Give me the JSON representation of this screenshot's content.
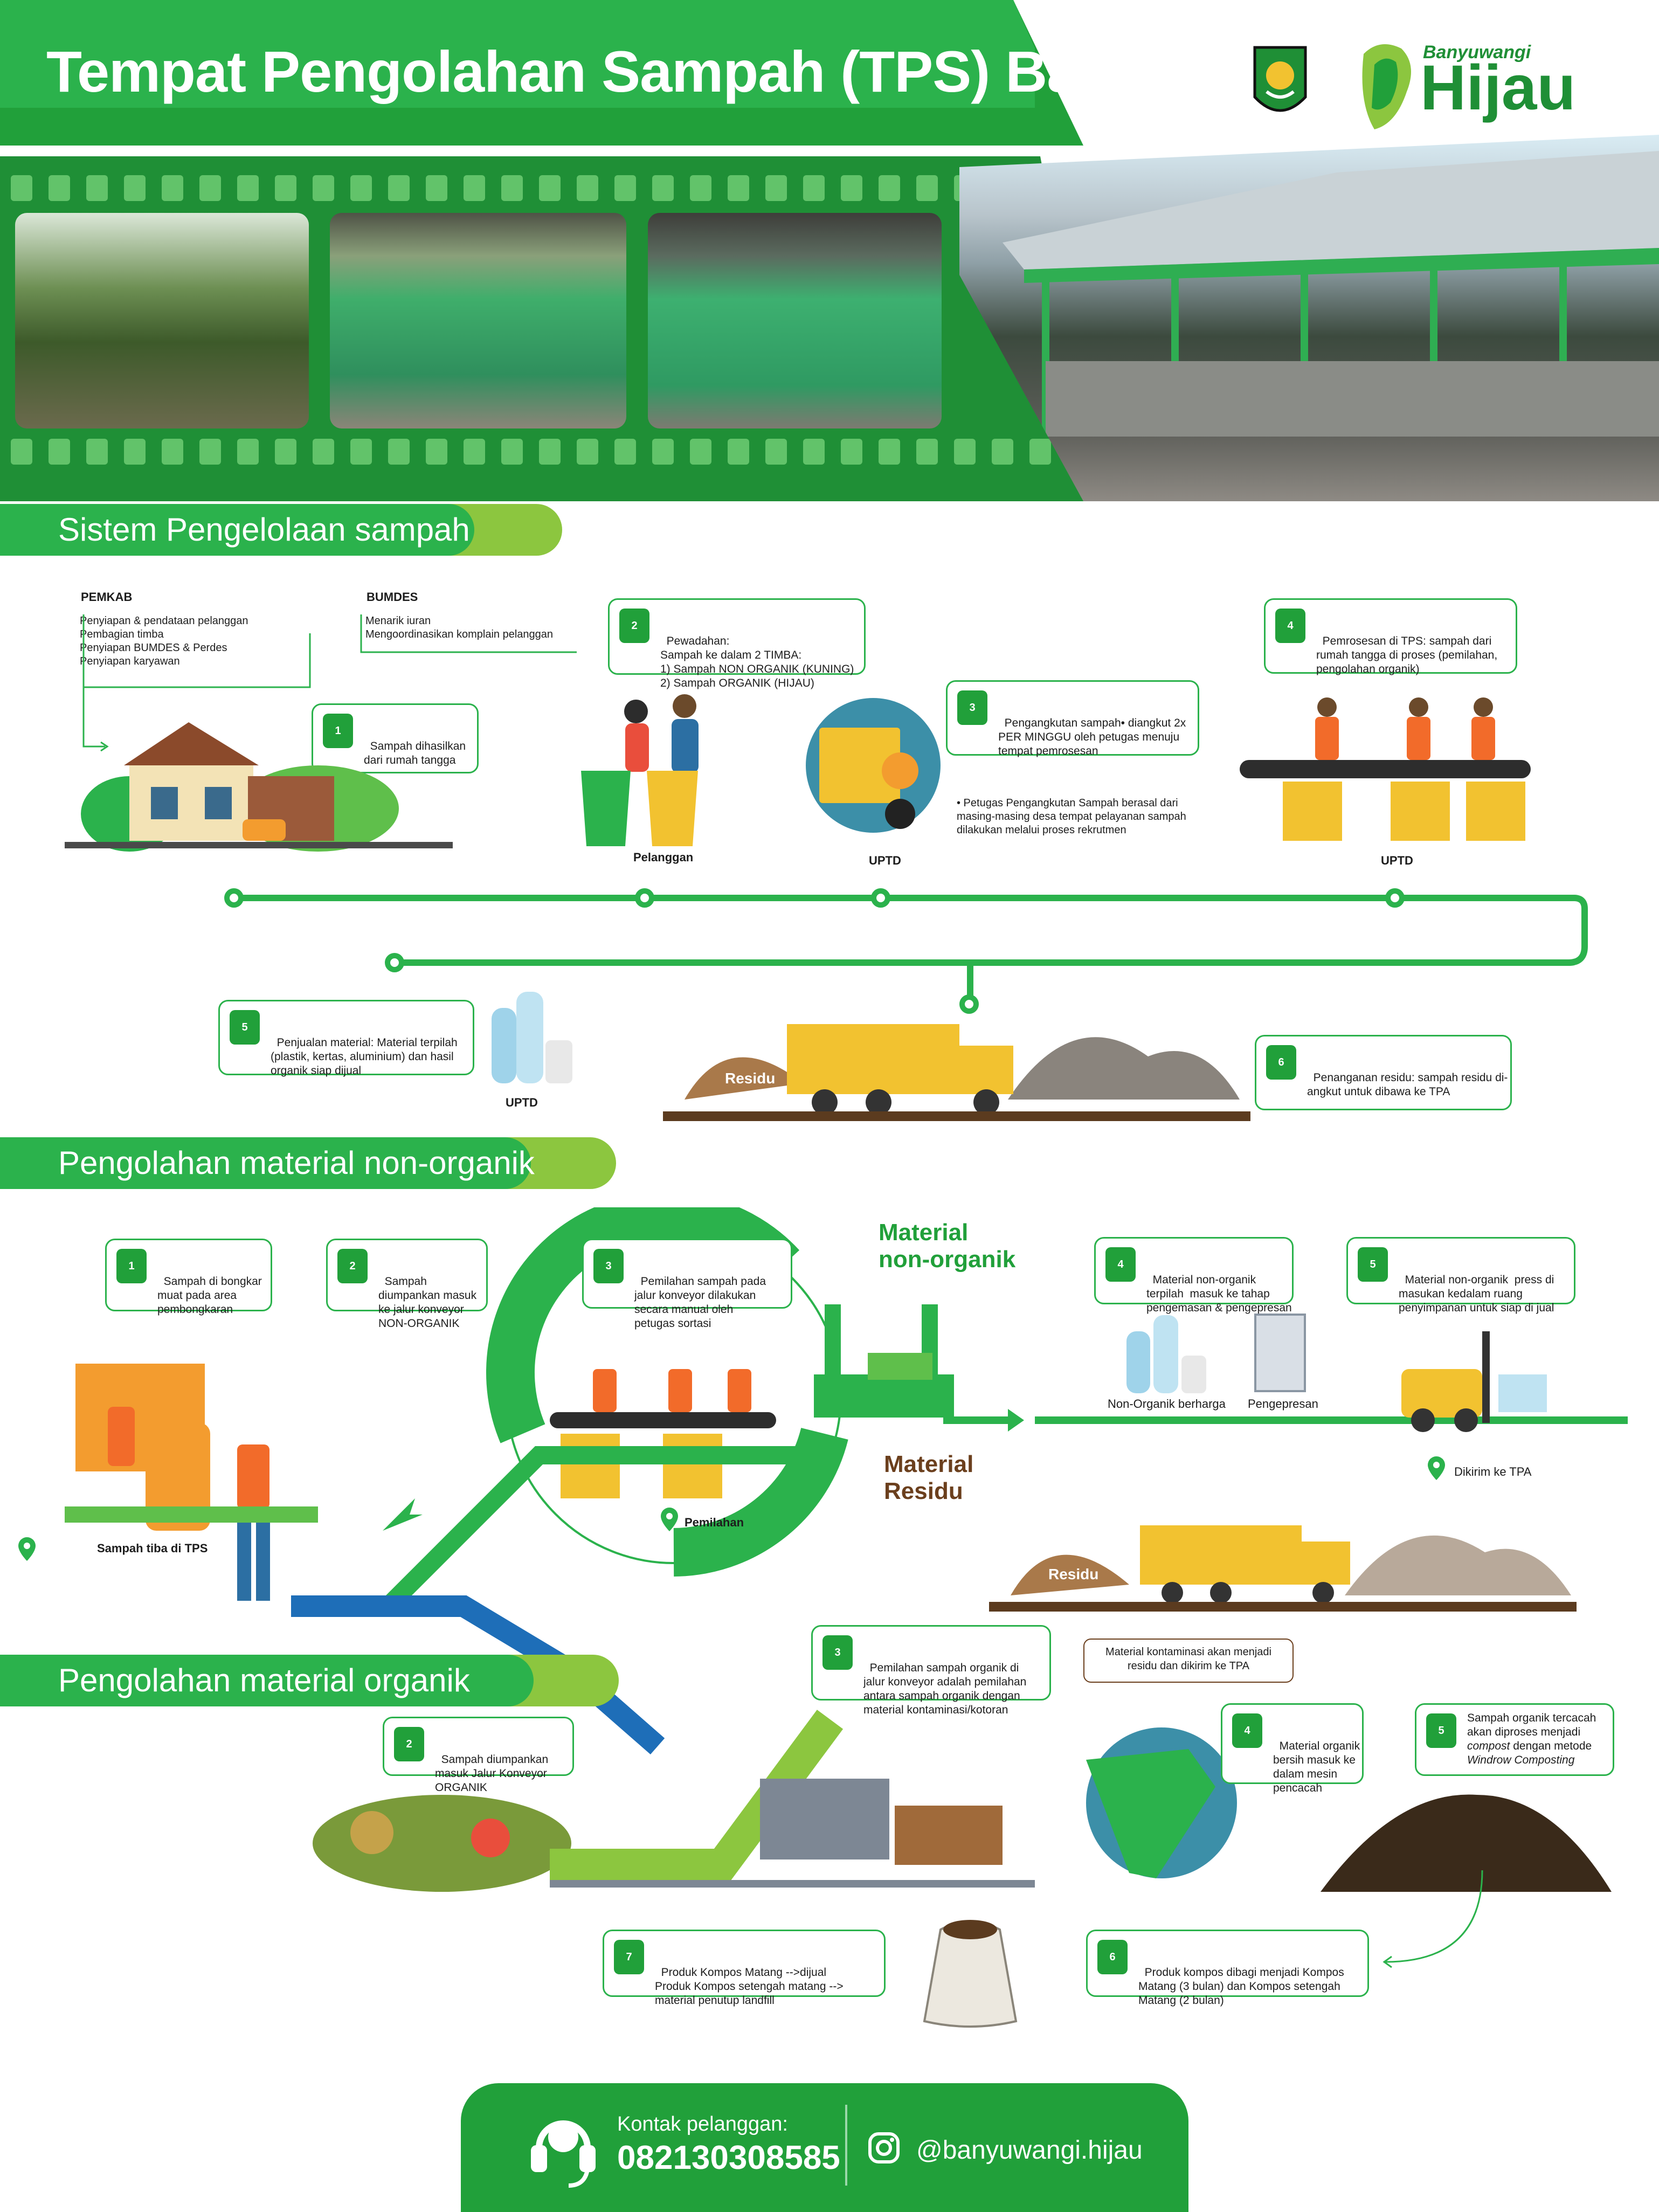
{
  "header": {
    "title": "Tempat Pengolahan Sampah (TPS) Balak.",
    "logo_small": "Banyuwangi",
    "logo_big": "Hijau"
  },
  "colors": {
    "primary": "#21a03a",
    "accent": "#8cc63f",
    "text": "#1d1d1d",
    "residu": "#6b3f1d"
  },
  "sections": {
    "s1": "Sistem Pengelolaan sampah",
    "s2": "Pengolahan material non-organik",
    "s3": "Pengolahan material organik"
  },
  "sistem": {
    "pemkab_title": "PEMKAB",
    "pemkab_lines": "Penyiapan & pendataan pelanggan\nPembagian timba\nPenyiapan BUMDES & Perdes\nPenyiapan karyawan",
    "bumdes_title": "BUMDES",
    "bumdes_lines": "Menarik iuran\nMengoordinasikan komplain pelanggan",
    "step1": {
      "num": "1",
      "text": "Sampah dihasilkan\ndari rumah tangga"
    },
    "step2": {
      "num": "2",
      "text": "Pewadahan:\nSampah ke dalam 2 TIMBA:\n1) Sampah NON ORGANIK (KUNING)\n2) Sampah ORGANIK (HIJAU)"
    },
    "step3": {
      "num": "3",
      "text": "Pengangkutan sampah• diangkut 2x\nPER MINGGU oleh petugas menuju\ntempat pemrosesan"
    },
    "step3_note": "• Petugas Pengangkutan Sampah berasal dari\nmasing-masing desa tempat pelayanan sampah\ndilakukan melalui proses rekrutmen",
    "step4": {
      "num": "4",
      "text": "Pemrosesan di TPS: sampah dari\nrumah tangga di proses (pemilahan,\npengolahan organik)"
    },
    "step5": {
      "num": "5",
      "text": "Penjualan material: Material terpilah\n(plastik, kertas, aluminium) dan hasil\norganik siap dijual"
    },
    "step6": {
      "num": "6",
      "text": "Penanganan residu: sampah residu di-\nangkut untuk dibawa ke TPA"
    },
    "lbl_pelanggan": "Pelanggan",
    "lbl_uptd_a": "UPTD",
    "lbl_uptd_b": "UPTD",
    "lbl_uptd_c": "UPTD",
    "lbl_residu": "Residu"
  },
  "nonorganik": {
    "step1": {
      "num": "1",
      "text": "Sampah di bongkar\nmuat pada area\npembongkaran"
    },
    "step2": {
      "num": "2",
      "text": "Sampah\ndiumpankan masuk\nke jalur konveyor\nNON-ORGANIK"
    },
    "step3": {
      "num": "3",
      "text": "Pemilahan sampah pada\njalur konveyor dilakukan\nsecara manual oleh\npetugas sortasi"
    },
    "step4": {
      "num": "4",
      "text": "Material non-organik\nterpilah  masuk ke tahap\npengemasan & pengepresan"
    },
    "step5": {
      "num": "5",
      "text": "Material non-organik  press di\nmasukan kedalam ruang\npenyimpanan untuk siap di jual"
    },
    "mat_non": "Material\nnon-organik",
    "mat_residu": "Material\nResidu",
    "lbl_berharga": "Non-Organik berharga",
    "lbl_pengepresan": "Pengepresan",
    "lbl_tiba": "Sampah tiba di TPS",
    "lbl_pemilahan": "Pemilahan",
    "lbl_tpa": "Dikirim ke TPA",
    "lbl_residu": "Residu"
  },
  "organik": {
    "step2": {
      "num": "2",
      "text": "Sampah diumpankan\nmasuk Jalur Konveyor\nORGANIK"
    },
    "step3": {
      "num": "3",
      "text": "Pemilahan sampah organik di\njalur konveyor adalah pemilahan\nantara sampah organik dengan\nmaterial kontaminasi/kotoran"
    },
    "kontaminasi": "Material kontaminasi akan menjadi\nresidu dan dikirim ke TPA",
    "step4": {
      "num": "4",
      "text": "Material organik\nbersih masuk ke\ndalam mesin\npencacah"
    },
    "step5_a": "Sampah organik tercacah\nakan diproses menjadi",
    "step5_b": "compost",
    "step5_c": "dengan metode",
    "step5_d": "Windrow Composting",
    "step5_num": "5",
    "step6": {
      "num": "6",
      "text": "Produk kompos dibagi menjadi Kompos\nMatang (3 bulan) dan Kompos setengah\nMatang (2 bulan)"
    },
    "step7": {
      "num": "7",
      "text": "Produk Kompos Matang -->dijual\nProduk Kompos setengah matang -->\nmaterial penutup landfill"
    }
  },
  "footer": {
    "contact_label": "Kontak pelanggan:",
    "phone": "082130308585",
    "instagram": "@banyuwangi.hijau"
  },
  "icons": [
    "headset-icon",
    "instagram-icon",
    "location-pin-icon",
    "recycle-icon",
    "arrow-right-icon"
  ]
}
